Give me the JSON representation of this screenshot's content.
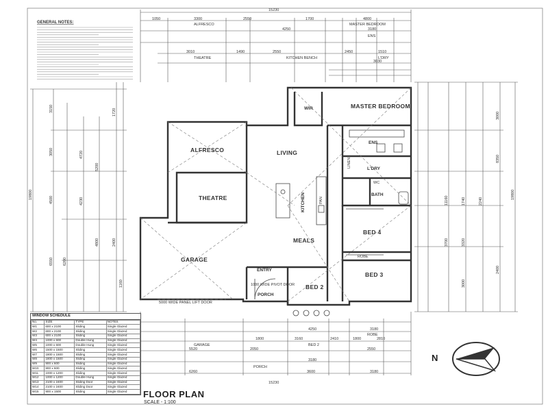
{
  "general_notes": {
    "title": "GENERAL NOTES:"
  },
  "dimensions": {
    "overall_width": "15230",
    "top_row": [
      "1050",
      "3300",
      "2550",
      "1700",
      "4800"
    ],
    "top_row2": [
      "4250",
      "3180"
    ],
    "top_row3": [
      "3010",
      "1490",
      "2550",
      "2450",
      "1510",
      "3030"
    ],
    "labels_top": [
      "ALFRESCO",
      "MASTER BEDROOM",
      "ENS",
      "THEATRE",
      "KITCHEN BENCH",
      "L'DRY"
    ],
    "overall_depth": "19800",
    "left_col": [
      "3150",
      "3050",
      "4500",
      "6550",
      "6200",
      "4720",
      "4230",
      "4800",
      "2400",
      "5200",
      "1720",
      "1160"
    ],
    "right_col": [
      "3000",
      "8350",
      "2240",
      "11160",
      "1740",
      "3700",
      "3320",
      "3000",
      "2400"
    ],
    "bottom_row1": [
      "4250",
      "3180",
      "1800",
      "3160",
      "2410",
      "1800",
      "2810"
    ],
    "bottom_row2": [
      "5520",
      "2050",
      "3180",
      "2550"
    ],
    "bottom_row3": [
      "6260",
      "3600",
      "3180"
    ],
    "bottom_overall": "15230",
    "bottom_labels": [
      "GARAGE",
      "PORCH",
      "BED 2",
      "ROBE"
    ]
  },
  "rooms": {
    "master_bedroom": "MASTER BEDROOM",
    "wir": "WIR",
    "ens": "ENS",
    "living": "LIVING",
    "alfresco": "ALFRESCO",
    "ldry": "L'DRY",
    "linen": "LINEN",
    "bath": "BATH",
    "wc": "WC",
    "theatre": "THEATRE",
    "kitchen": "KITCHEN",
    "pantry": "PAN",
    "bed4": "BED 4",
    "robe": "ROBE",
    "meals": "MEALS",
    "garage": "GARAGE",
    "entry": "ENTRY",
    "bed2": "BED 2",
    "bed3": "BED 3",
    "porch": "PORCH",
    "pivot_door": "1000 WIDE PIVOT DOOR",
    "garage_door": "5000 WIDE PANEL LIFT DOOR"
  },
  "window_schedule": {
    "title": "WINDOW SCHEDULE",
    "columns": [
      "No.",
      "SIZE",
      "TYPE",
      "NOTES"
    ],
    "rows": [
      [
        "W1",
        "600 x 2100",
        "Sliding",
        "Single Glazed"
      ],
      [
        "W2",
        "600 x 2100",
        "Sliding",
        "Single Glazed"
      ],
      [
        "W3",
        "600 x 2100",
        "Sliding",
        "Single Glazed"
      ],
      [
        "W4",
        "1000 x 600",
        "Double Hung",
        "Single Glazed"
      ],
      [
        "W5",
        "1000 x 600",
        "Double Hung",
        "Single Glazed"
      ],
      [
        "W6",
        "1500 x 1500",
        "Sliding",
        "Single Glazed"
      ],
      [
        "W7",
        "1800 x 1500",
        "Sliding",
        "Single Glazed"
      ],
      [
        "W8",
        "1800 x 1500",
        "Sliding",
        "Single Glazed"
      ],
      [
        "W9",
        "900 x 600",
        "Sliding",
        "Single Glazed"
      ],
      [
        "W10",
        "900 x 600",
        "Sliding",
        "Single Glazed"
      ],
      [
        "W11",
        "1000 x 1200",
        "Sliding",
        "Single Glazed"
      ],
      [
        "W12",
        "1000 x 1200",
        "Double Hung",
        "Single Glazed"
      ],
      [
        "W13",
        "2100 x 2400",
        "Sliding Door",
        "Single Glazed"
      ],
      [
        "W14",
        "2100 x 2400",
        "Sliding Door",
        "Single Glazed"
      ],
      [
        "W15",
        "900 x 1500",
        "Sliding",
        "Single Glazed"
      ]
    ]
  },
  "footer": {
    "title": "FLOOR PLAN",
    "scale": "SCALE - 1:100"
  },
  "north": {
    "label": "N"
  }
}
